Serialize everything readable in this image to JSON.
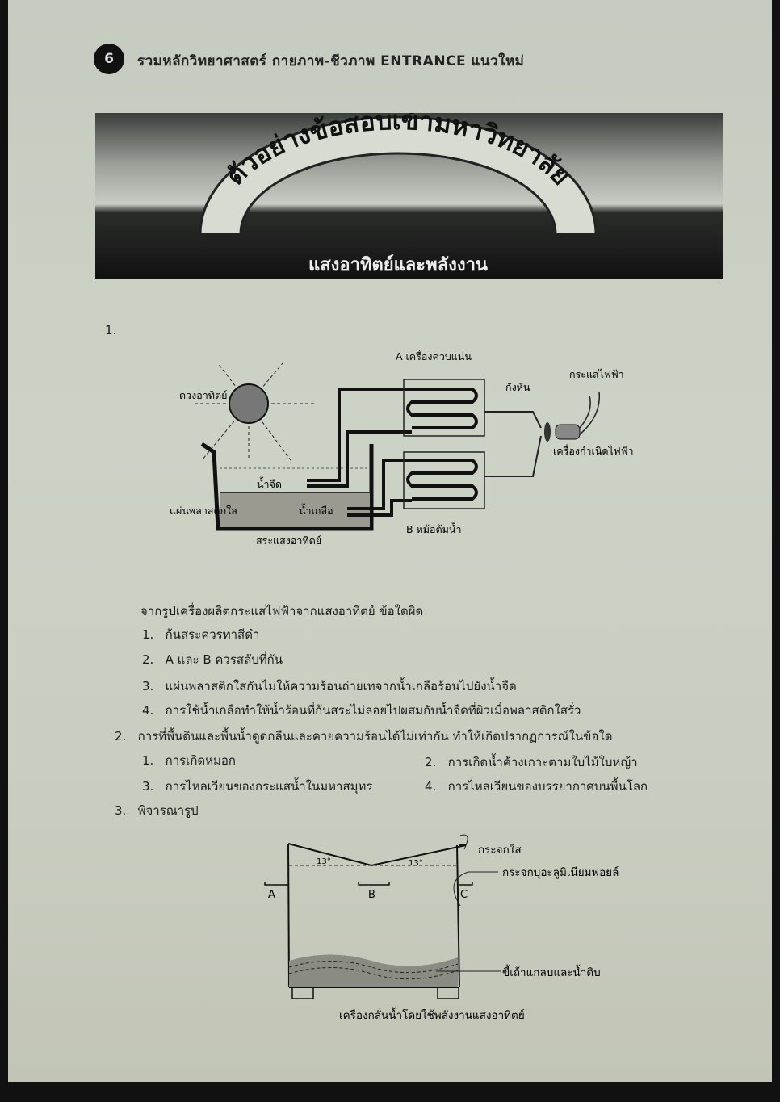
{
  "header": {
    "page_number": "6",
    "running_title": "รวมหลักวิทยาศาสตร์ กายภาพ-ชีวภาพ ENTRANCE แนวใหม่"
  },
  "banner": {
    "title": "ตัวอย่างข้อสอบเข้ามหาวิทยาลัย",
    "subtitle": "แสงอาทิตย์และพลังงาน"
  },
  "q1": {
    "number": "1.",
    "diagram_labels": {
      "sun": "ดวงอาทิตย์",
      "fresh_water": "น้ำจืด",
      "plastic": "แผ่นพลาสติกใส",
      "brine": "น้ำเกลือ",
      "pond": "สระแสงอาทิตย์",
      "condenser": "A เครื่องควบแน่น",
      "turbine": "กังหัน",
      "current": "กระแสไฟฟ้า",
      "generator": "เครื่องกำเนิดไฟฟ้า",
      "boiler": "B หม้อต้มน้ำ"
    },
    "stem": "จากรูปเครื่องผลิตกระแสไฟฟ้าจากแสงอาทิตย์ ข้อใดผิด",
    "options": [
      {
        "n": "1.",
        "text": "ก้นสระควรทาสีดำ"
      },
      {
        "n": "2.",
        "text": "A และ B ควรสลับที่กัน"
      },
      {
        "n": "3.",
        "text": "แผ่นพลาสติกใสกันไม่ให้ความร้อนถ่ายเทจากน้ำเกลือร้อนไปยังน้ำจืด"
      },
      {
        "n": "4.",
        "text": "การใช้น้ำเกลือทำให้น้ำร้อนที่ก้นสระไม่ลอยไปผสมกับน้ำจืดที่ผิวเมื่อพลาสติกใสรั่ว"
      }
    ]
  },
  "q2": {
    "number": "2.",
    "stem": "การที่พื้นดินและพื้นน้ำดูดกลืนและคายความร้อนได้ไม่เท่ากัน ทำให้เกิดปรากฏการณ์ในข้อใด",
    "options": [
      {
        "n": "1.",
        "text": "การเกิดหมอก"
      },
      {
        "n": "2.",
        "text": "การเกิดน้ำค้างเกาะตามใบไม้ใบหญ้า"
      },
      {
        "n": "3.",
        "text": "การไหลเวียนของกระแสน้ำในมหาสมุทร"
      },
      {
        "n": "4.",
        "text": "การไหลเวียนของบรรยากาศบนพื้นโลก"
      }
    ]
  },
  "q3": {
    "number": "3.",
    "stem": "พิจารณารูป",
    "diagram_labels": {
      "clear_glass": "กระจกใส",
      "foil_glass": "กระจกบุอะลูมิเนียมฟอยล์",
      "ash": "ขี้เถ้าแกลบและน้ำดิบ",
      "angle_left": "13°",
      "angle_right": "13°",
      "a": "A",
      "b": "B",
      "c": "C"
    },
    "caption": "เครื่องกลั่นน้ำโดยใช้พลังงานแสงอาทิตย์"
  }
}
